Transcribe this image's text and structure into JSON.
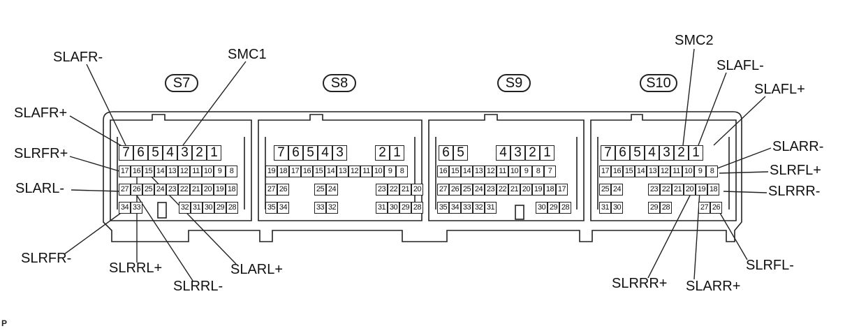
{
  "connectors": {
    "s7": "S7",
    "s8": "S8",
    "s9": "S9",
    "s10": "S10"
  },
  "pins": {
    "s7": {
      "big": [
        "7",
        "6",
        "5",
        "4",
        "3",
        "2",
        "1"
      ],
      "r2": [
        "17",
        "16",
        "15",
        "14",
        "13",
        "12",
        "11",
        "10",
        "9",
        "8"
      ],
      "r3": [
        "27",
        "26",
        "25",
        "24",
        "23",
        "22",
        "21",
        "20",
        "19",
        "18"
      ],
      "r4": [
        "34",
        "33",
        "32",
        "31",
        "30",
        "29",
        "28"
      ]
    },
    "s8": {
      "big": [
        "7",
        "6",
        "5",
        "4",
        "3",
        "2",
        "1"
      ],
      "r2": [
        "19",
        "18",
        "17",
        "16",
        "15",
        "14",
        "13",
        "12",
        "11",
        "10",
        "9",
        "8"
      ],
      "r3": [
        "27",
        "26",
        "25",
        "24",
        "23",
        "22",
        "21",
        "20"
      ],
      "r4": [
        "35",
        "34",
        "33",
        "32",
        "31",
        "30",
        "29",
        "28"
      ]
    },
    "s9": {
      "big": [
        "6",
        "5",
        "4",
        "3",
        "2",
        "1"
      ],
      "r2": [
        "16",
        "15",
        "14",
        "13",
        "12",
        "11",
        "10",
        "9",
        "8",
        "7"
      ],
      "r3": [
        "27",
        "26",
        "25",
        "24",
        "23",
        "22",
        "21",
        "20",
        "19",
        "18",
        "17"
      ],
      "r4": [
        "35",
        "34",
        "33",
        "32",
        "31",
        "30",
        "29",
        "28"
      ]
    },
    "s10": {
      "big": [
        "7",
        "6",
        "5",
        "4",
        "3",
        "2",
        "1"
      ],
      "r2": [
        "17",
        "16",
        "15",
        "14",
        "13",
        "12",
        "11",
        "10",
        "9",
        "8"
      ],
      "r3": [
        "25",
        "24",
        "23",
        "22",
        "21",
        "20",
        "19",
        "18"
      ],
      "r4": [
        "31",
        "30",
        "29",
        "28",
        "27",
        "26"
      ]
    }
  },
  "labels": {
    "slafr_minus": "SLAFR-",
    "smc1": "SMC1",
    "slafr_plus": "SLAFR+",
    "slrfr_plus": "SLRFR+",
    "slarl_minus": "SLARL-",
    "slrfr_minus": "SLRFR-",
    "slrrl_plus": "SLRRL+",
    "slrrl_minus": "SLRRL-",
    "slarl_plus": "SLARL+",
    "smc2": "SMC2",
    "slafl_minus": "SLAFL-",
    "slafl_plus": "SLAFL+",
    "slarr_minus": "SLARR-",
    "slrfl_plus": "SLRFL+",
    "slrrr_minus": "SLRRR-",
    "slrfl_minus": "SLRFL-",
    "slrrr_plus": "SLRRR+",
    "slarr_plus": "SLARR+"
  },
  "footer": "P"
}
